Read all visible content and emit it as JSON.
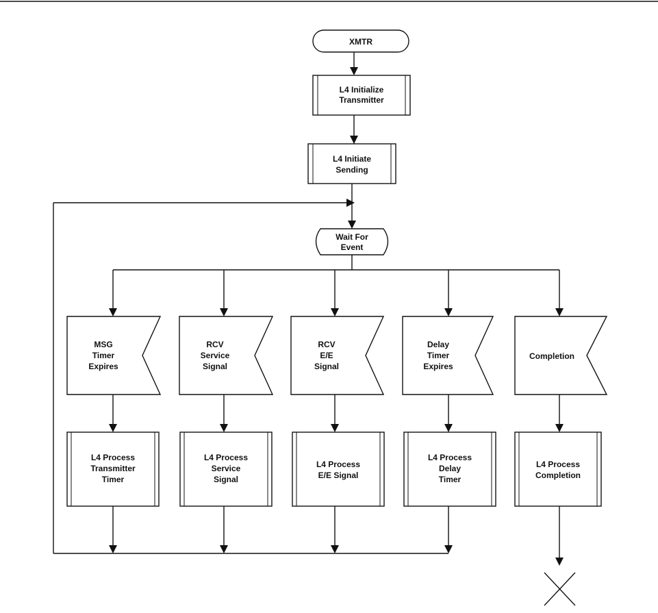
{
  "start": {
    "label": "XMTR"
  },
  "steps": {
    "init_transmitter": [
      "L4 Initialize",
      "Transmitter"
    ],
    "initiate_sending": [
      "L4 Initiate",
      "Sending"
    ]
  },
  "wait": [
    "Wait For",
    "Event"
  ],
  "events": [
    {
      "lines": [
        "MSG",
        "Timer",
        "Expires"
      ]
    },
    {
      "lines": [
        "RCV",
        "Service",
        "Signal"
      ]
    },
    {
      "lines": [
        "RCV",
        "E/E",
        "Signal"
      ]
    },
    {
      "lines": [
        "Delay",
        "Timer",
        "Expires"
      ]
    },
    {
      "lines": [
        "Completion"
      ]
    }
  ],
  "processes": [
    {
      "lines": [
        "L4 Process",
        "Transmitter",
        "Timer"
      ]
    },
    {
      "lines": [
        "L4 Process",
        "Service",
        "Signal"
      ]
    },
    {
      "lines": [
        "L4 Process",
        "E/E Signal"
      ]
    },
    {
      "lines": [
        "L4 Process",
        "Delay",
        "Timer"
      ]
    },
    {
      "lines": [
        "L4 Process",
        "Completion"
      ]
    }
  ]
}
